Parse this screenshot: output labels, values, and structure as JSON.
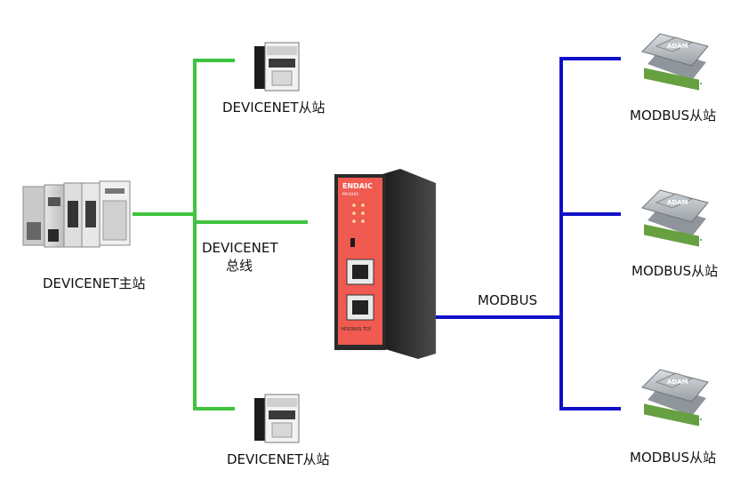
{
  "labels": {
    "master": "DEVICENET主站",
    "slave_top": "DEVICENET从站",
    "slave_bottom": "DEVICENET从站",
    "bus_line1": "DEVICENET",
    "bus_line2": "总线",
    "modbus": "MODBUS",
    "modbus_slave_1": "MODBUS从站",
    "modbus_slave_2": "MODBUS从站",
    "modbus_slave_3": "MODBUS从站"
  },
  "gateway": {
    "brand": "ENDAIC",
    "model": "PM-XXXX",
    "port_label": "MODBUS TCP"
  },
  "device_brand": "ADAM",
  "colors": {
    "devicenet_line": "#3ec43e",
    "modbus_line": "#1010c8",
    "gateway_red": "#f05a50",
    "gateway_dark": "#2a2a2a"
  }
}
